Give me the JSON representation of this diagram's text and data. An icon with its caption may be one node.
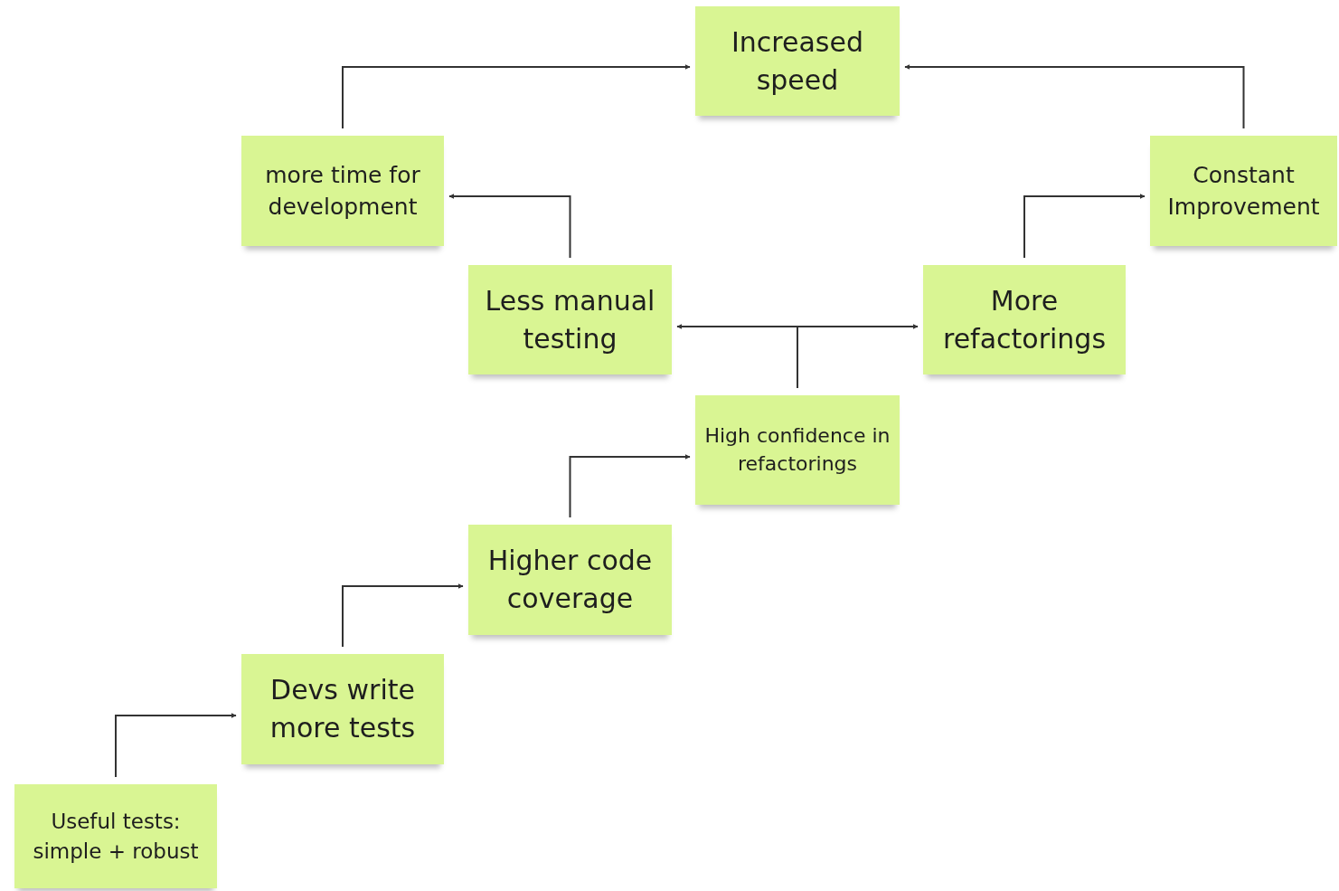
{
  "diagram": {
    "nodes": [
      {
        "text": [
          "Increased speed"
        ]
      },
      {
        "text": [
          "more time for development"
        ]
      },
      {
        "text": [
          "Constant Improvement"
        ]
      },
      {
        "text": [
          "Less manual testing"
        ]
      },
      {
        "text": [
          "More refactorings"
        ]
      },
      {
        "text": [
          "High confidence in refactorings"
        ]
      },
      {
        "text": [
          "Higher code coverage"
        ]
      },
      {
        "text": [
          "Devs write more tests"
        ]
      },
      {
        "text": [
          "Useful tests: simple + robust"
        ]
      }
    ],
    "edges": [
      {
        "from": 8,
        "to": 7,
        "arrow": "to"
      },
      {
        "from": 7,
        "to": 6,
        "arrow": "to"
      },
      {
        "from": 6,
        "to": 5,
        "arrow": "to"
      },
      {
        "from": 5,
        "to": 3,
        "arrow": "to"
      },
      {
        "from": 5,
        "to": 4,
        "arrow": "to"
      },
      {
        "from": 3,
        "to": 1,
        "arrow": "to"
      },
      {
        "from": 4,
        "to": 2,
        "arrow": "to"
      },
      {
        "from": 1,
        "to": 0,
        "arrow": "to"
      },
      {
        "from": 2,
        "to": 0,
        "arrow": "to"
      }
    ]
  }
}
